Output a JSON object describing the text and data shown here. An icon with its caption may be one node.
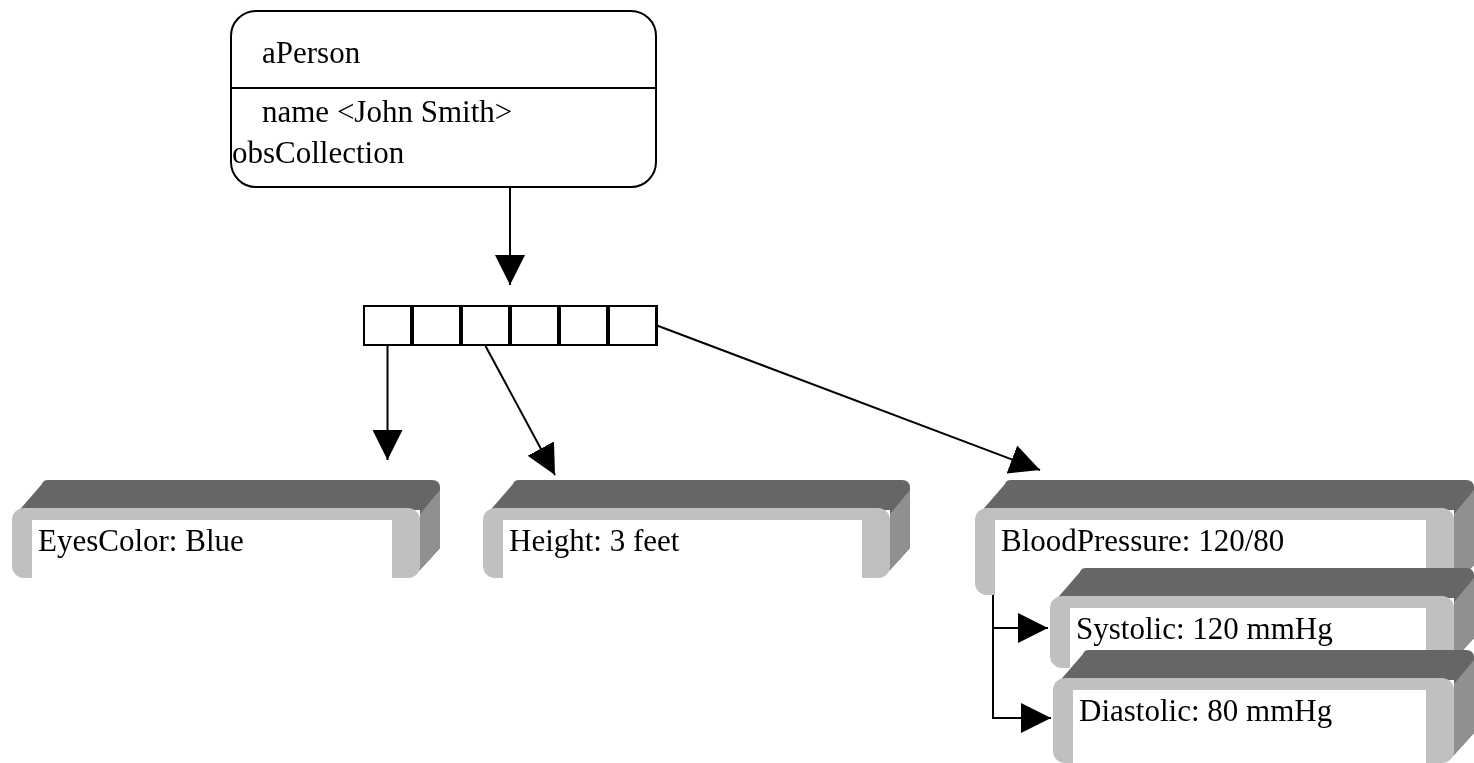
{
  "diagram": {
    "nodes": [
      {
        "text": [
          "aPerson",
          "name <John Smith>",
          "obsCollection"
        ]
      },
      {
        "text": [],
        "shape": "box"
      },
      {
        "text": [],
        "shape": "box",
        "in": 1
      },
      {
        "text": [],
        "shape": "box",
        "in": 1
      },
      {
        "text": [],
        "shape": "box",
        "in": 1
      },
      {
        "text": [],
        "shape": "box",
        "in": 1
      },
      {
        "text": [],
        "shape": "box",
        "in": 1
      },
      {
        "text": [],
        "shape": "box",
        "in": 1
      },
      {
        "text": [
          "EyesColor: Blue"
        ]
      },
      {
        "text": [
          "Height: 3 feet"
        ]
      },
      {
        "text": [
          "BloodPressure: 120/80"
        ]
      },
      {
        "text": [
          "Systolic: 120 mmHg"
        ]
      },
      {
        "text": [
          "Diastolic: 80 mmHg"
        ]
      }
    ],
    "edges": [
      {
        "from": 0,
        "to": 1,
        "arrow": "to"
      },
      {
        "from": 2,
        "to": 8,
        "arrow": "to"
      },
      {
        "from": 4,
        "to": 9,
        "arrow": "to"
      },
      {
        "from": 7,
        "to": 10,
        "arrow": "to"
      },
      {
        "from": 10,
        "to": 11,
        "arrow": "to"
      },
      {
        "from": 10,
        "to": 12,
        "arrow": "to"
      }
    ]
  }
}
